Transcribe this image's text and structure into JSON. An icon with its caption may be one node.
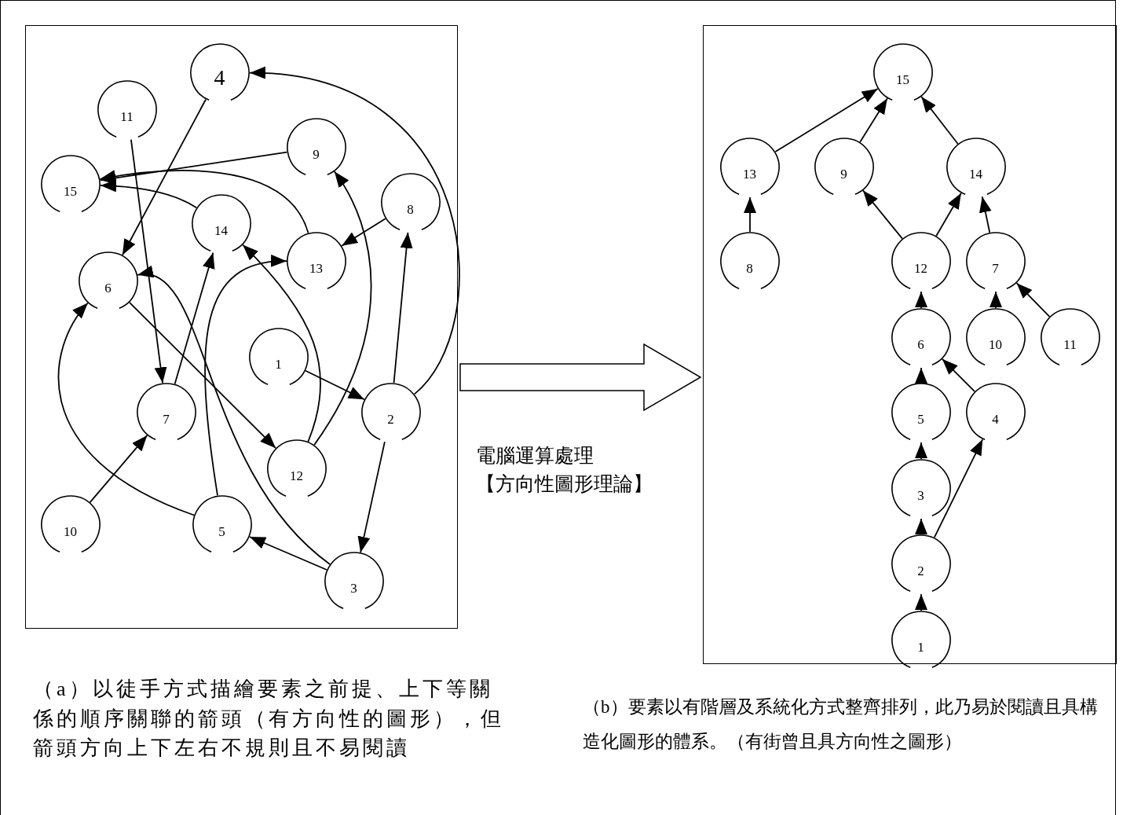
{
  "diagram": {
    "nodes": [
      {
        "text": [],
        "shape": "box",
        "beside": [
          "（a）以徒手方式描繪要素之前提、上下等關係的順序關聯的箭頭（有方向性的圖形），但箭頭方向上下左右不規則且不易閱讀"
        ]
      },
      {
        "text": [
          "1"
        ],
        "in": 0
      },
      {
        "text": [
          "2"
        ],
        "in": 0
      },
      {
        "text": [
          "3"
        ],
        "in": 0
      },
      {
        "text": [
          "4"
        ],
        "in": 0
      },
      {
        "text": [
          "5"
        ],
        "in": 0
      },
      {
        "text": [
          "6"
        ],
        "in": 0
      },
      {
        "text": [
          "7"
        ],
        "in": 0
      },
      {
        "text": [
          "8"
        ],
        "in": 0
      },
      {
        "text": [
          "9"
        ],
        "in": 0
      },
      {
        "text": [
          "10"
        ],
        "in": 0
      },
      {
        "text": [
          "11"
        ],
        "in": 0
      },
      {
        "text": [
          "12"
        ],
        "in": 0
      },
      {
        "text": [
          "13"
        ],
        "in": 0
      },
      {
        "text": [
          "14"
        ],
        "in": 0
      },
      {
        "text": [
          "15"
        ],
        "in": 0
      },
      {
        "text": [],
        "shape": "box",
        "beside": [
          "（b）要素以有階層及系統化方式整齊排列，此乃易於閱讀且具構造化圖形的體系。（有街曾且具方向性之圖形）"
        ]
      },
      {
        "text": [
          "1"
        ],
        "in": 16
      },
      {
        "text": [
          "2"
        ],
        "in": 16
      },
      {
        "text": [
          "3"
        ],
        "in": 16
      },
      {
        "text": [
          "4"
        ],
        "in": 16
      },
      {
        "text": [
          "5"
        ],
        "in": 16
      },
      {
        "text": [
          "6"
        ],
        "in": 16
      },
      {
        "text": [
          "7"
        ],
        "in": 16
      },
      {
        "text": [
          "8"
        ],
        "in": 16
      },
      {
        "text": [
          "9"
        ],
        "in": 16
      },
      {
        "text": [
          "10"
        ],
        "in": 16
      },
      {
        "text": [
          "11"
        ],
        "in": 16
      },
      {
        "text": [
          "12"
        ],
        "in": 16
      },
      {
        "text": [
          "13"
        ],
        "in": 16
      },
      {
        "text": [
          "14"
        ],
        "in": 16
      },
      {
        "text": [
          "15"
        ],
        "in": 16
      }
    ],
    "edges": [
      {
        "from": 2,
        "to": 4,
        "arrow": "to"
      },
      {
        "from": 9,
        "to": 15,
        "arrow": "to"
      },
      {
        "from": 13,
        "to": 15,
        "arrow": "to"
      },
      {
        "from": 14,
        "to": 15,
        "arrow": "to"
      },
      {
        "from": 4,
        "to": 6,
        "arrow": "to"
      },
      {
        "from": 11,
        "to": 7,
        "arrow": "to"
      },
      {
        "from": 8,
        "to": 13,
        "arrow": "to"
      },
      {
        "from": 12,
        "to": 14,
        "arrow": "to"
      },
      {
        "from": 12,
        "to": 9,
        "arrow": "to"
      },
      {
        "from": 2,
        "to": 8,
        "arrow": "to"
      },
      {
        "from": 5,
        "to": 13,
        "arrow": "to"
      },
      {
        "from": 3,
        "to": 6,
        "arrow": "to"
      },
      {
        "from": 7,
        "to": 14,
        "arrow": "to"
      },
      {
        "from": 5,
        "to": 6,
        "arrow": "to"
      },
      {
        "from": 6,
        "to": 12,
        "arrow": "to"
      },
      {
        "from": 1,
        "to": 2,
        "arrow": "to"
      },
      {
        "from": 10,
        "to": 7,
        "arrow": "to"
      },
      {
        "from": 2,
        "to": 3,
        "arrow": "to"
      },
      {
        "from": 3,
        "to": 5,
        "arrow": "to"
      },
      {
        "from": 29,
        "to": 31,
        "arrow": "to"
      },
      {
        "from": 25,
        "to": 31,
        "arrow": "to"
      },
      {
        "from": 30,
        "to": 31,
        "arrow": "to"
      },
      {
        "from": 24,
        "to": 29,
        "arrow": "to"
      },
      {
        "from": 28,
        "to": 25,
        "arrow": "to"
      },
      {
        "from": 28,
        "to": 30,
        "arrow": "to"
      },
      {
        "from": 23,
        "to": 30,
        "arrow": "to"
      },
      {
        "from": 22,
        "to": 28,
        "arrow": "to"
      },
      {
        "from": 26,
        "to": 23,
        "arrow": "to"
      },
      {
        "from": 27,
        "to": 23,
        "arrow": "to"
      },
      {
        "from": 21,
        "to": 22,
        "arrow": "to"
      },
      {
        "from": 20,
        "to": 22,
        "arrow": "to"
      },
      {
        "from": 19,
        "to": 21,
        "arrow": "to"
      },
      {
        "from": 18,
        "to": 19,
        "arrow": "to"
      },
      {
        "from": 18,
        "to": 20,
        "arrow": "to"
      },
      {
        "from": 17,
        "to": 18,
        "arrow": "to"
      },
      {
        "from": 0,
        "to": 16,
        "arrow": "to",
        "style": "thick",
        "label": "電腦運算處理【方向性圖形理論】"
      }
    ]
  }
}
